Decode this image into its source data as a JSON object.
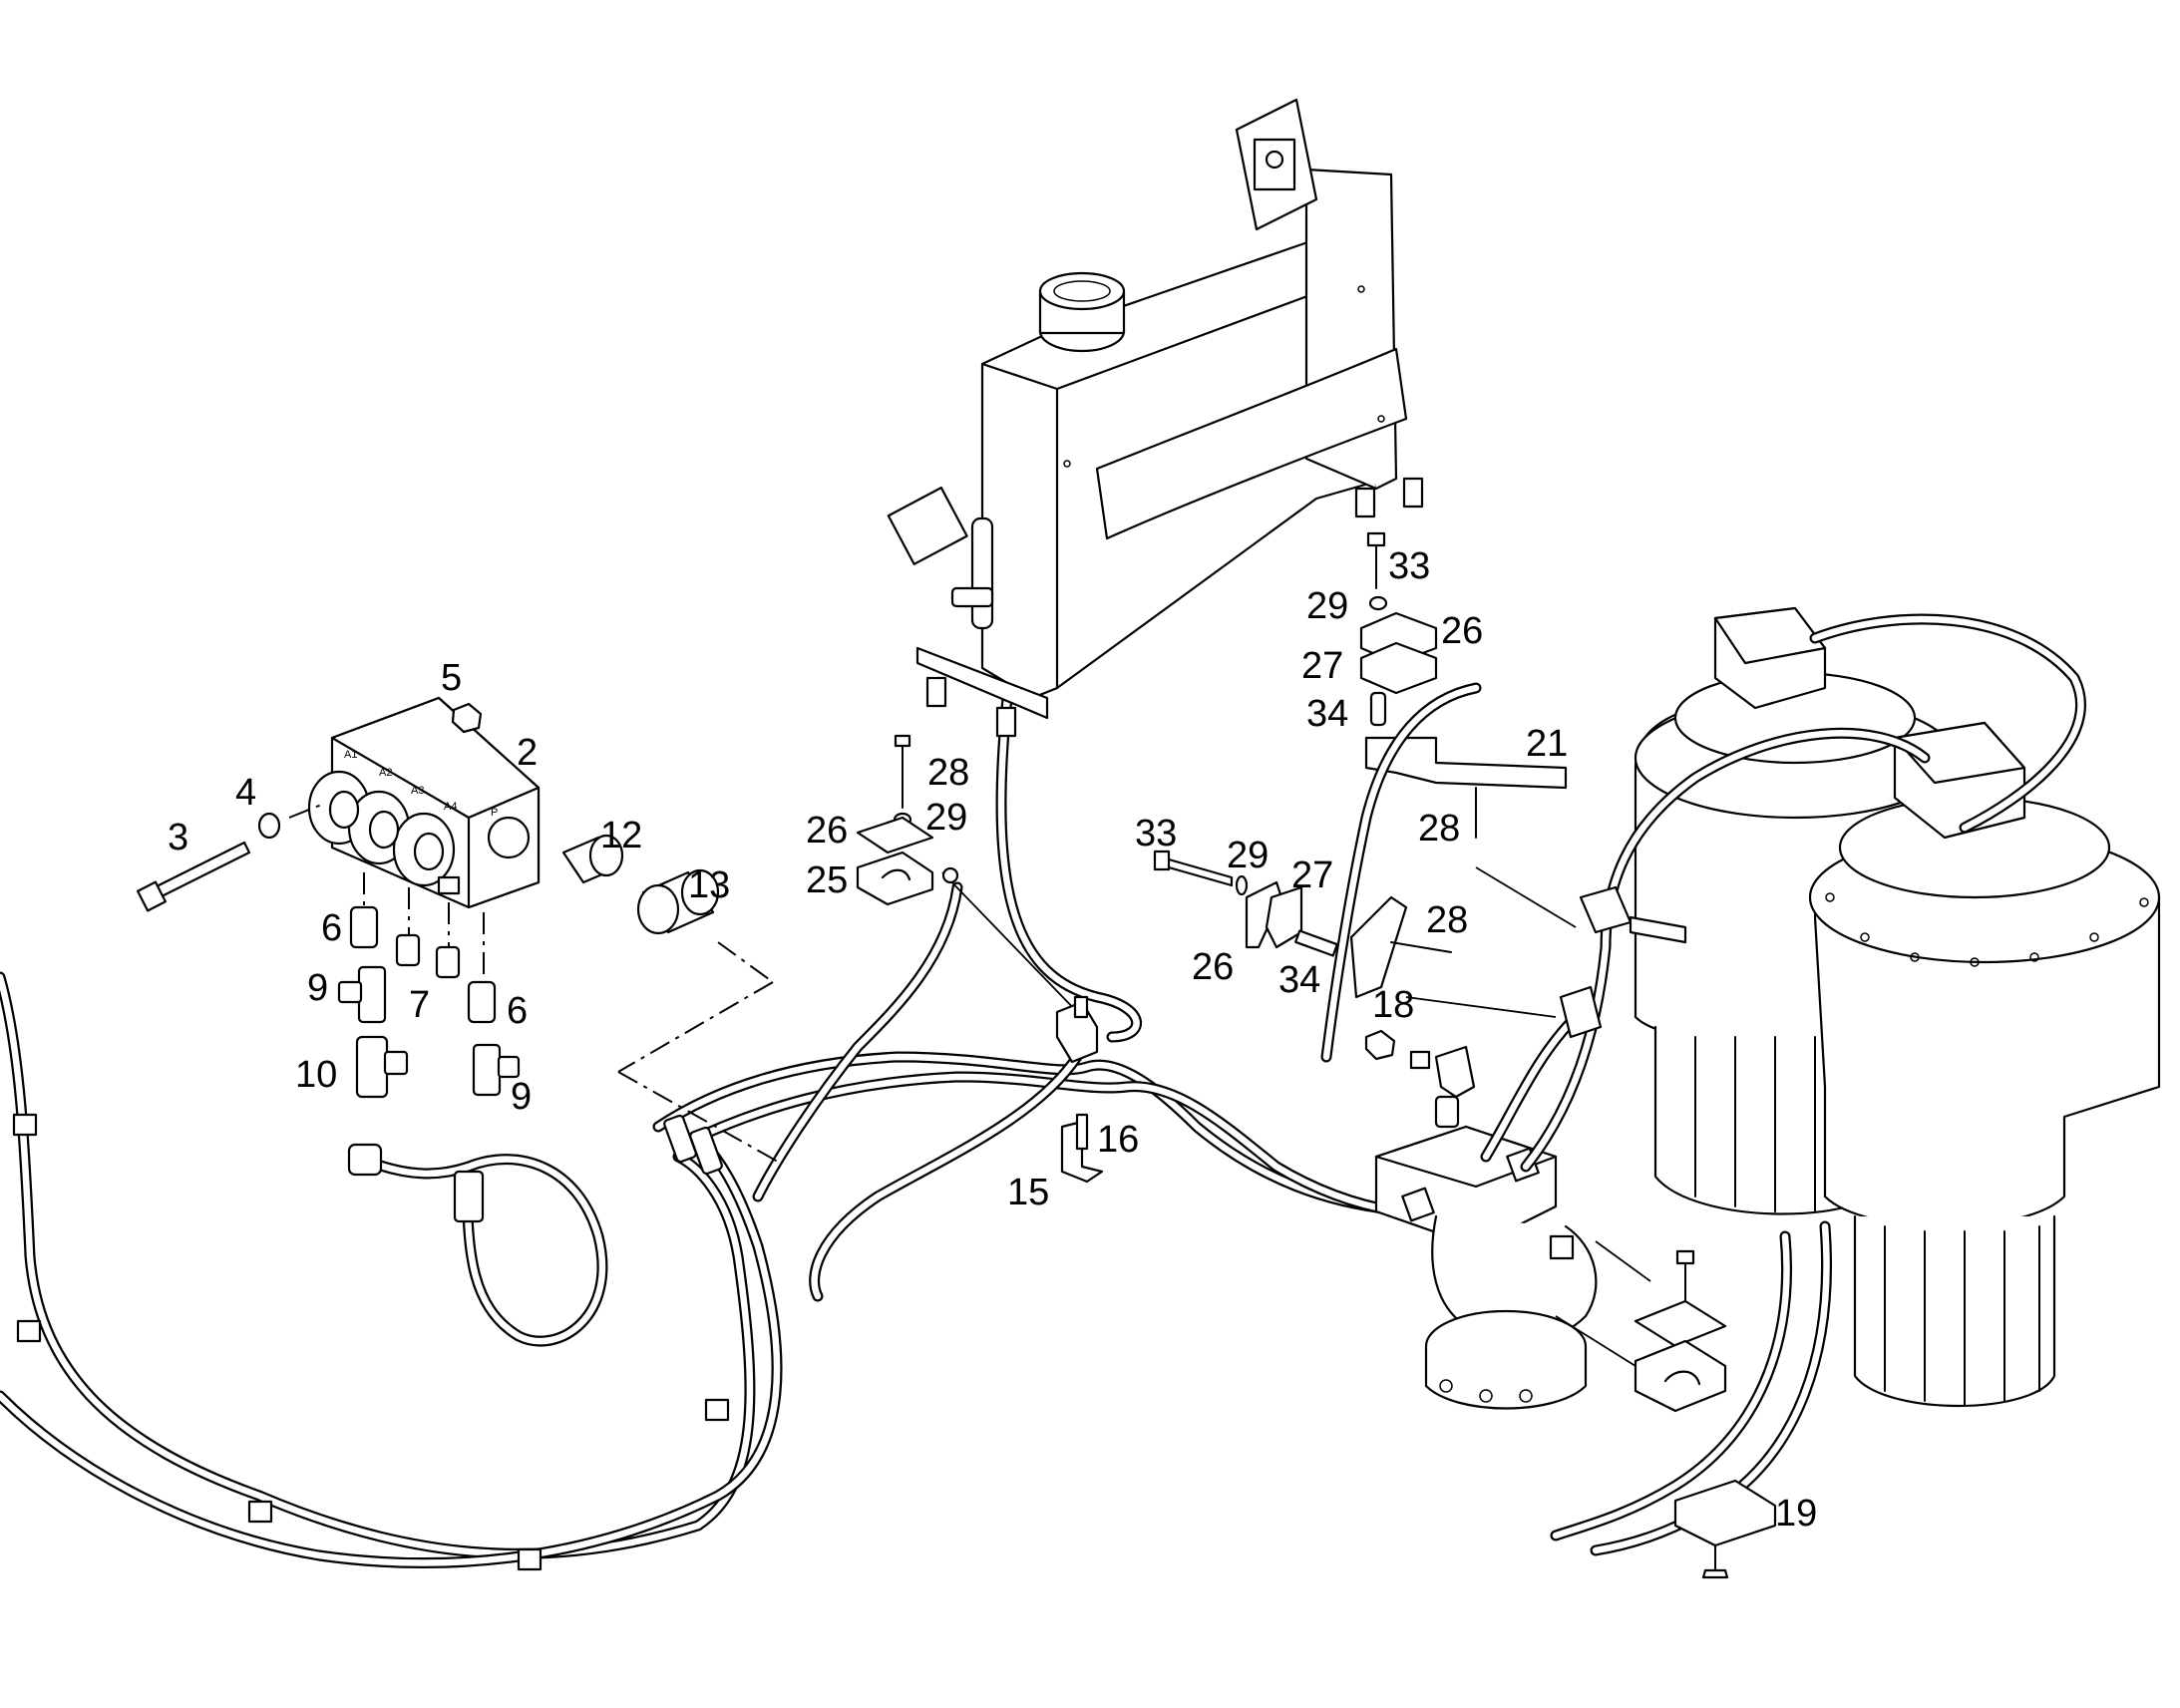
{
  "callouts": [
    {
      "id": "c2",
      "label": "2"
    },
    {
      "id": "c3",
      "label": "3"
    },
    {
      "id": "c4",
      "label": "4"
    },
    {
      "id": "c5",
      "label": "5"
    },
    {
      "id": "c6a",
      "label": "6"
    },
    {
      "id": "c6b",
      "label": "6"
    },
    {
      "id": "c7",
      "label": "7"
    },
    {
      "id": "c9a",
      "label": "9"
    },
    {
      "id": "c9b",
      "label": "9"
    },
    {
      "id": "c10",
      "label": "10"
    },
    {
      "id": "c12",
      "label": "12"
    },
    {
      "id": "c13",
      "label": "13"
    },
    {
      "id": "c15",
      "label": "15"
    },
    {
      "id": "c16",
      "label": "16"
    },
    {
      "id": "c18",
      "label": "18"
    },
    {
      "id": "c19",
      "label": "19"
    },
    {
      "id": "c21",
      "label": "21"
    },
    {
      "id": "c25",
      "label": "25"
    },
    {
      "id": "c26a",
      "label": "26"
    },
    {
      "id": "c26b",
      "label": "26"
    },
    {
      "id": "c26c",
      "label": "26"
    },
    {
      "id": "c27a",
      "label": "27"
    },
    {
      "id": "c27b",
      "label": "27"
    },
    {
      "id": "c28a",
      "label": "28"
    },
    {
      "id": "c28b",
      "label": "28"
    },
    {
      "id": "c28c",
      "label": "28"
    },
    {
      "id": "c29a",
      "label": "29"
    },
    {
      "id": "c29b",
      "label": "29"
    },
    {
      "id": "c29c",
      "label": "29"
    },
    {
      "id": "c33a",
      "label": "33"
    },
    {
      "id": "c33b",
      "label": "33"
    },
    {
      "id": "c34a",
      "label": "34"
    },
    {
      "id": "c34b",
      "label": "34"
    }
  ],
  "valve_block_port_labels": [
    "A1",
    "A2",
    "A3",
    "A4",
    "P"
  ]
}
